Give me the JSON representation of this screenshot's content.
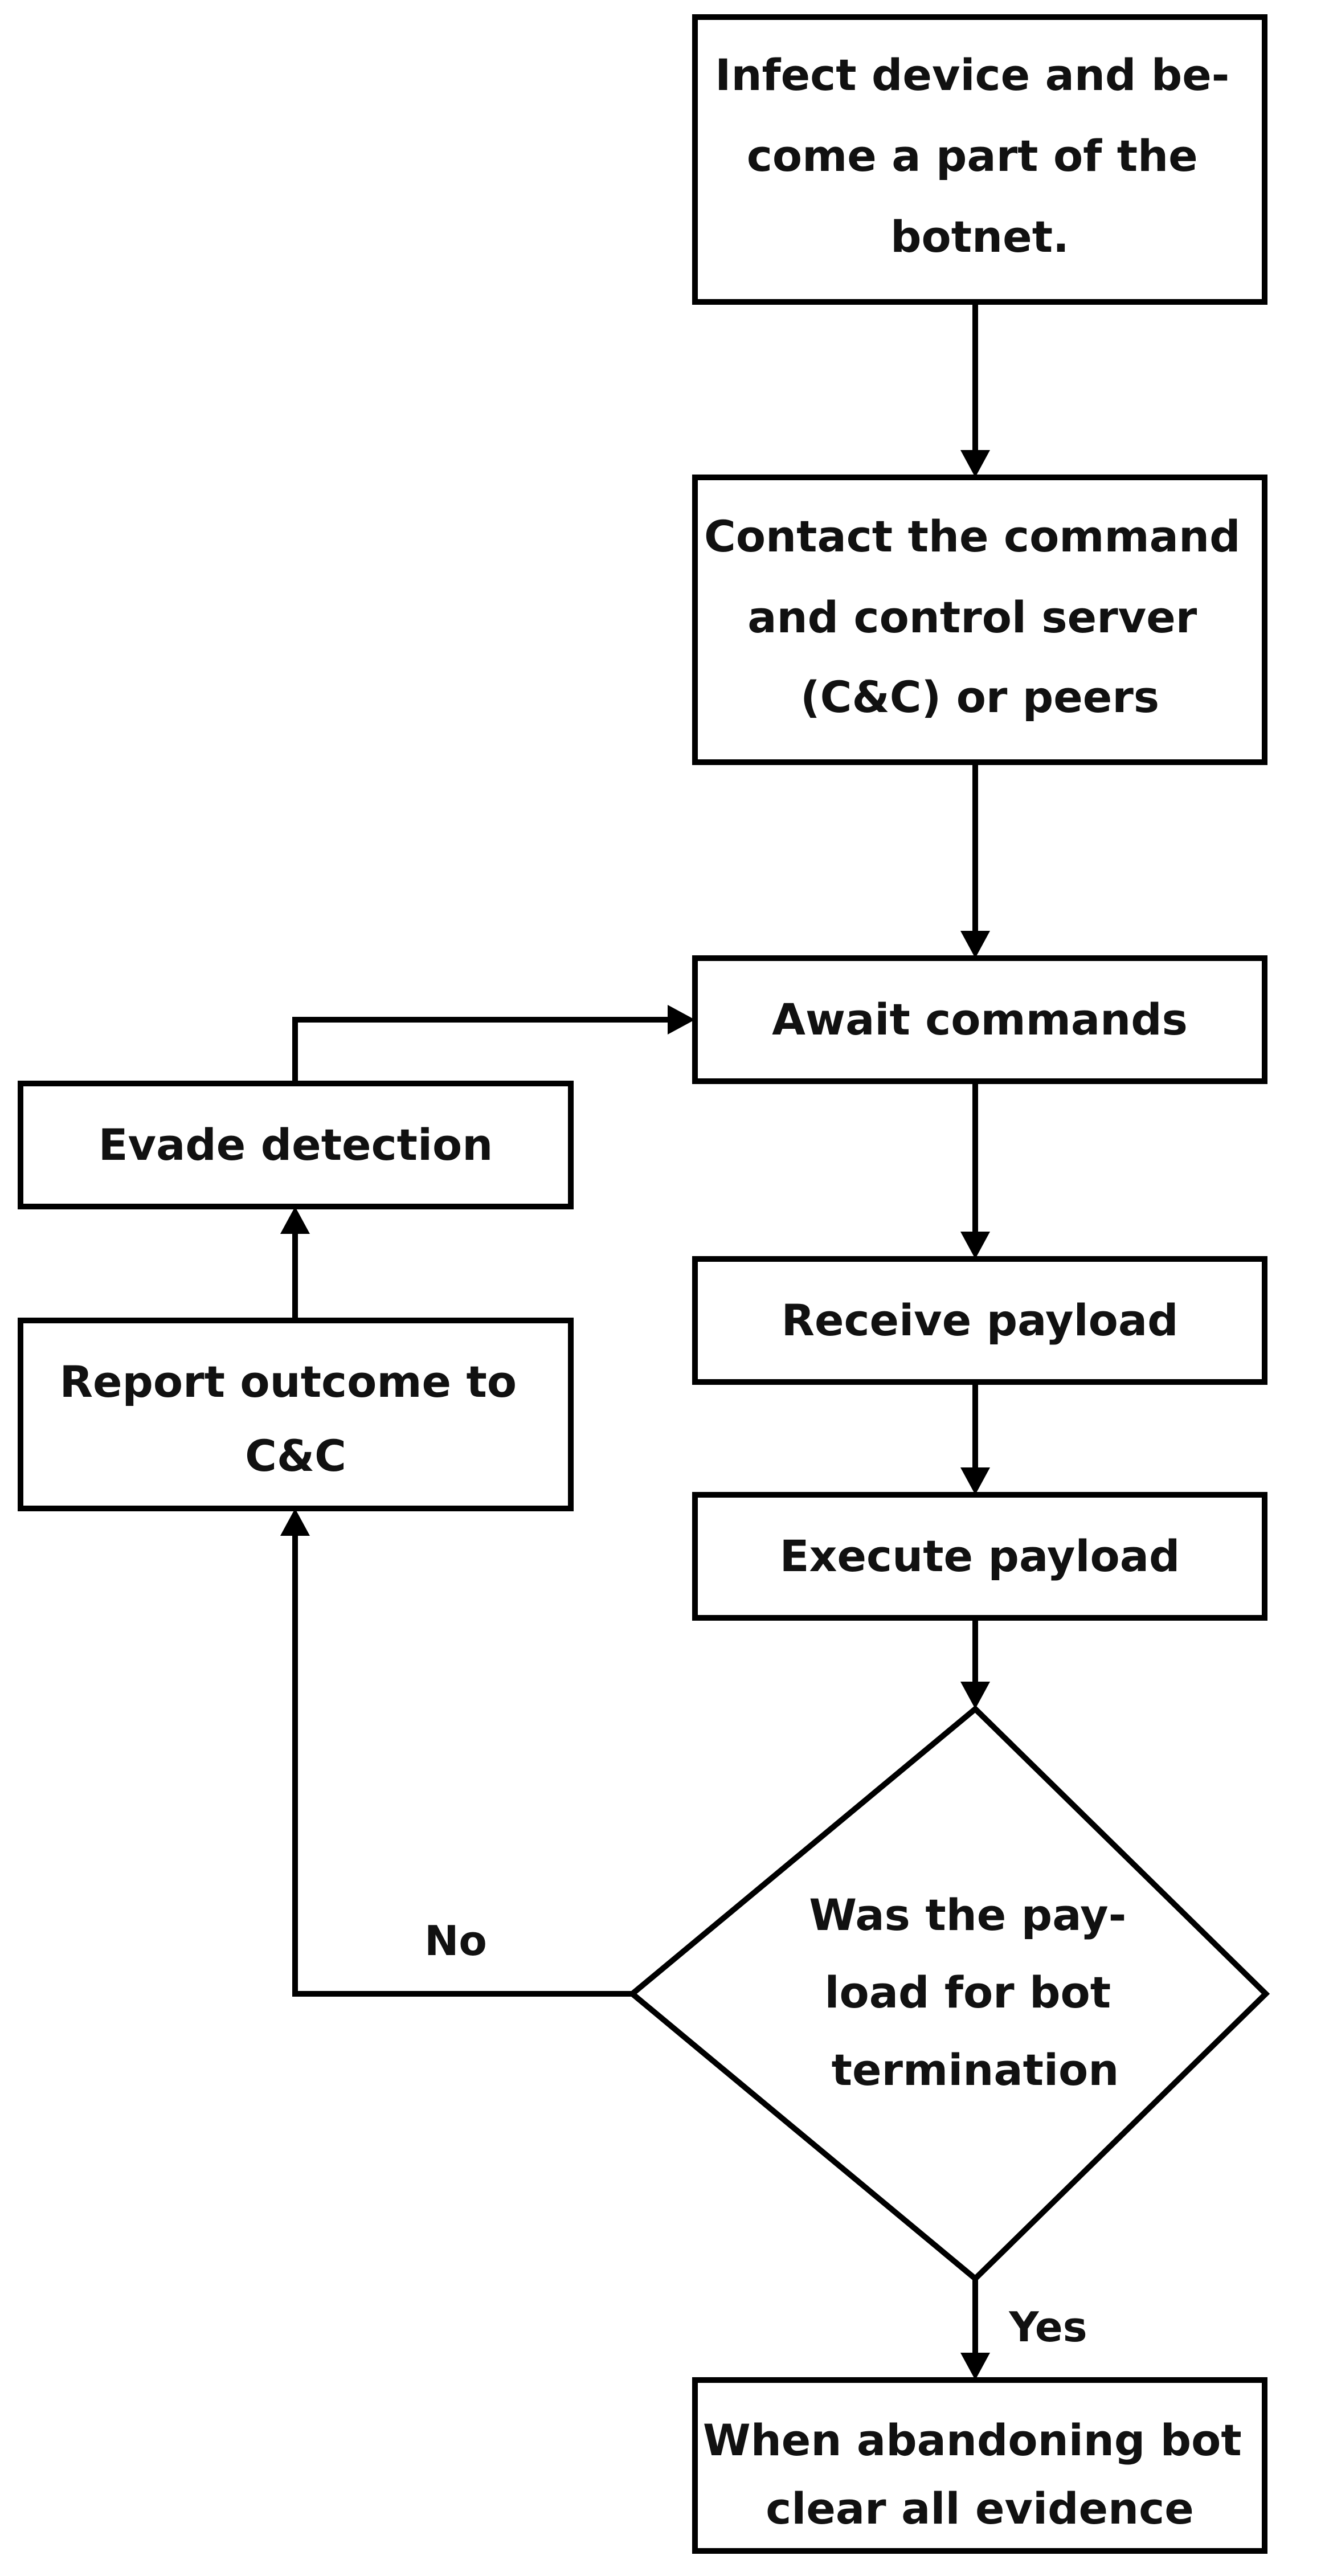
{
  "diagram": {
    "nodes": {
      "infect": {
        "lines": [
          "Infect device and be-",
          "come a part of the",
          "botnet."
        ]
      },
      "contact": {
        "lines": [
          "Contact the command",
          "and control server",
          "(C&C) or peers"
        ]
      },
      "await": {
        "lines": [
          "Await commands"
        ]
      },
      "receive": {
        "lines": [
          "Receive payload"
        ]
      },
      "execute": {
        "lines": [
          "Execute payload"
        ]
      },
      "decision": {
        "lines": [
          "Was the pay-",
          "load for bot",
          "termination"
        ]
      },
      "abandon": {
        "lines": [
          "When abandoning bot",
          "clear all evidence"
        ]
      },
      "report": {
        "lines": [
          "Report outcome to",
          "C&C"
        ]
      },
      "evade": {
        "lines": [
          "Evade detection"
        ]
      }
    },
    "edges": {
      "no_label": "No",
      "yes_label": "Yes"
    }
  }
}
